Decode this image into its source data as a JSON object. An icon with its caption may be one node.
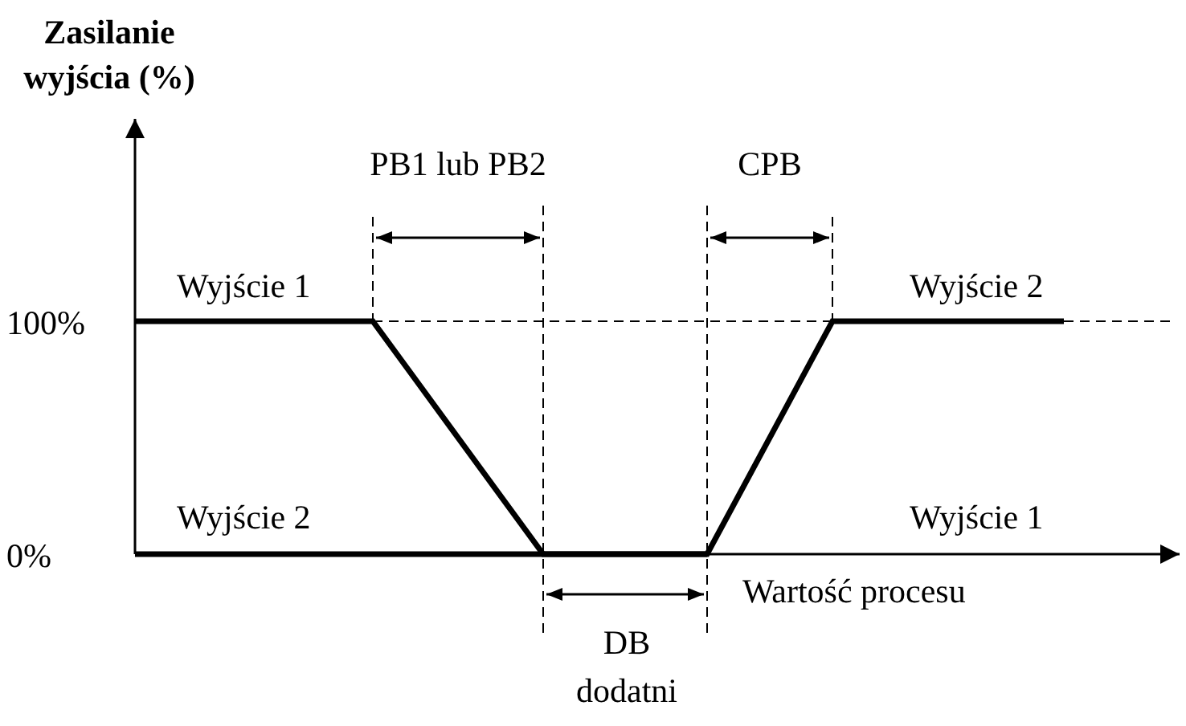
{
  "diagram": {
    "labels": [
      "Zasilanie wyjścia (%)",
      "PB1 lub PB2",
      "CPB",
      "Wyjście 1",
      "Wyjście 2",
      "100%",
      "Wyjście 2",
      "Wyjście 1",
      "0%",
      "Wartość procesu",
      "DB dodatni"
    ]
  }
}
